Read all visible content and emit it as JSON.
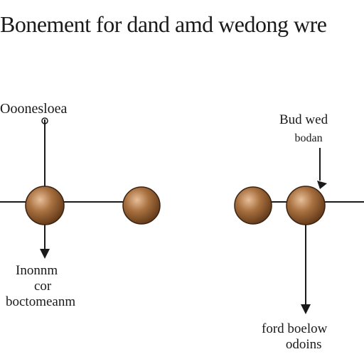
{
  "title": "Bonement for dand amd wedong wre",
  "labels": {
    "left_top": "Ooonesloea",
    "left_bottom": [
      "Inonnm",
      "cor",
      "boctomeanm"
    ],
    "right_top": [
      "Bud wed",
      "bodan"
    ],
    "right_bottom": [
      "ford boelow",
      "odoins"
    ]
  },
  "colors": {
    "sphere_light": "#d9a880",
    "sphere_mid": "#a0673c",
    "sphere_dark": "#6b3f1f",
    "line": "#1a1a1a"
  }
}
